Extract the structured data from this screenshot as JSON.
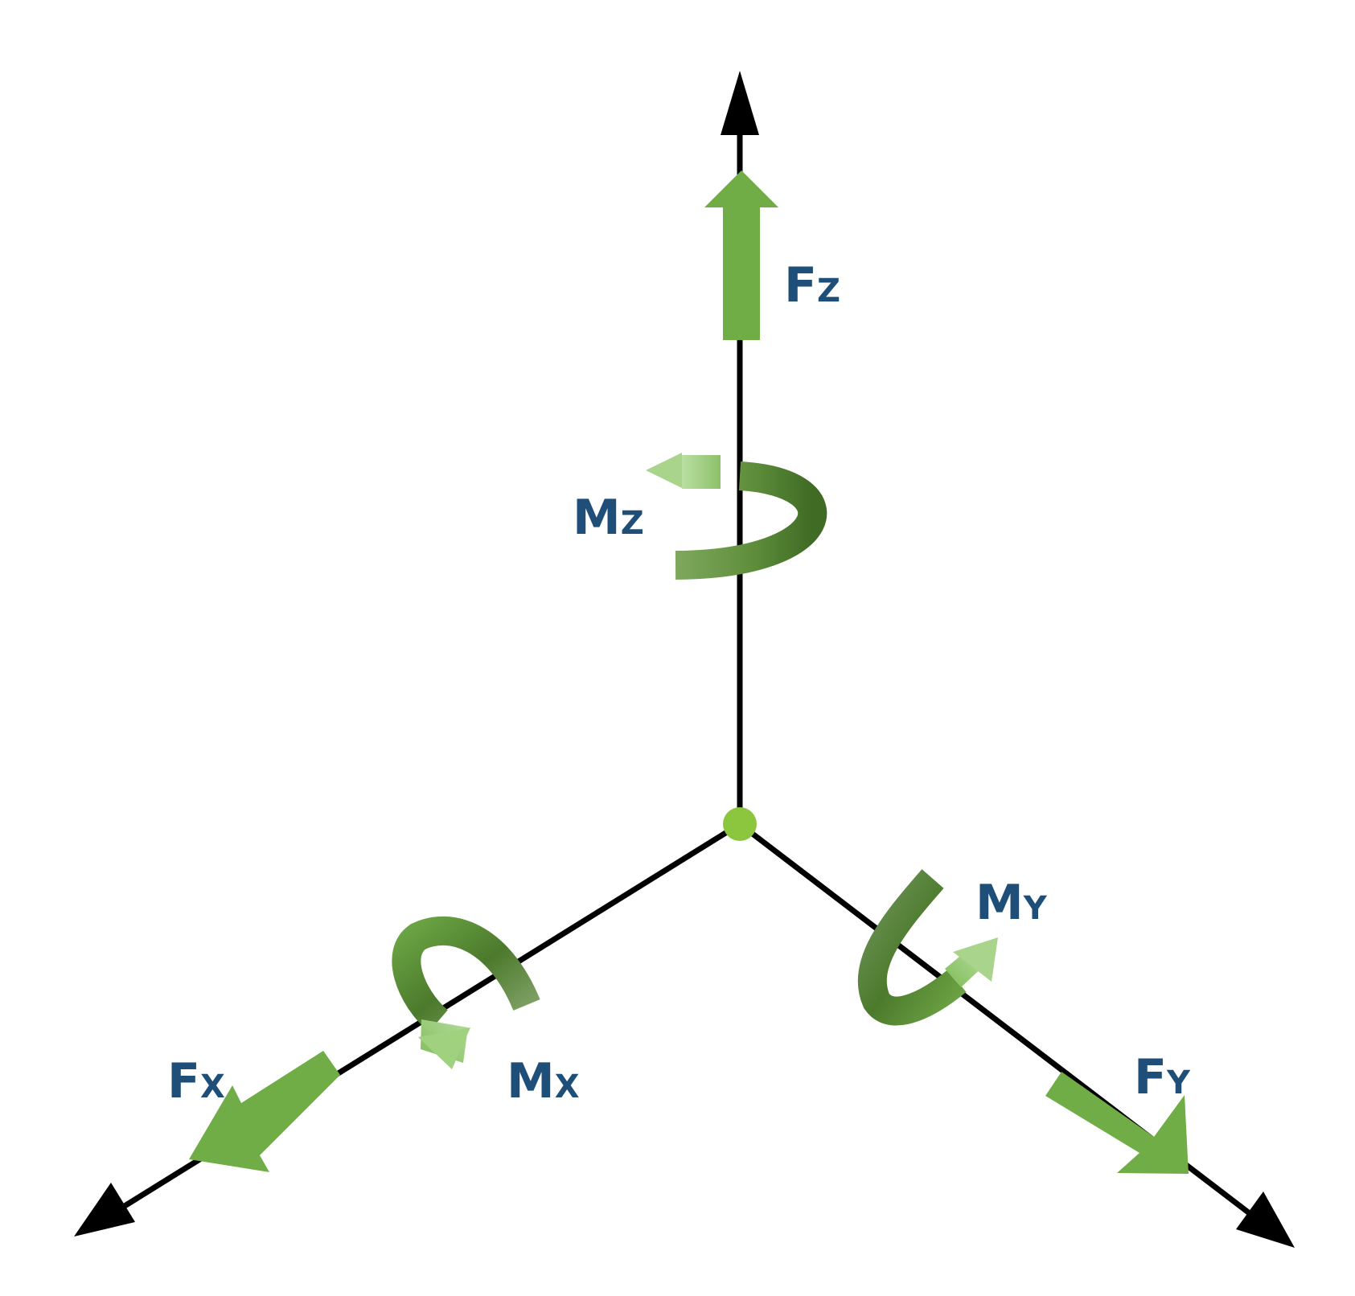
{
  "colors": {
    "axis": "#000000",
    "force_arrow": "#70ad47",
    "moment_dark": "#4e7a2e",
    "moment_light": "#a6d48a",
    "origin": "#8cc63f",
    "label": "#1f4e79"
  },
  "labels": {
    "fz": {
      "main": "F",
      "sub": "Z"
    },
    "mz": {
      "main": "M",
      "sub": "Z"
    },
    "fx": {
      "main": "F",
      "sub": "X"
    },
    "mx": {
      "main": "M",
      "sub": "X"
    },
    "fy": {
      "main": "F",
      "sub": "Y"
    },
    "my": {
      "main": "M",
      "sub": "Y"
    }
  }
}
